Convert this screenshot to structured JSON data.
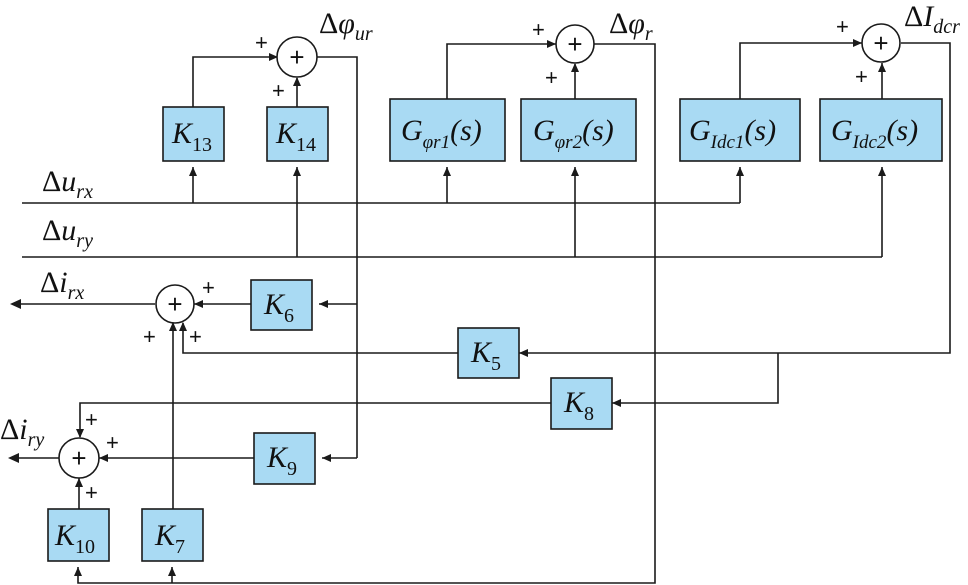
{
  "blocks": {
    "k13": {
      "main": "K",
      "sub": "13"
    },
    "k14": {
      "main": "K",
      "sub": "14"
    },
    "g_phir1": {
      "main": "G",
      "sub": "φr1",
      "arg": "(s)"
    },
    "g_phir2": {
      "main": "G",
      "sub": "φr2",
      "arg": "(s)"
    },
    "g_idc1": {
      "main": "G",
      "sub": "Idc1",
      "arg": "(s)"
    },
    "g_idc2": {
      "main": "G",
      "sub": "Idc2",
      "arg": "(s)"
    },
    "k6": {
      "main": "K",
      "sub": "6"
    },
    "k5": {
      "main": "K",
      "sub": "5"
    },
    "k8": {
      "main": "K",
      "sub": "8"
    },
    "k9": {
      "main": "K",
      "sub": "9"
    },
    "k10": {
      "main": "K",
      "sub": "10"
    },
    "k7": {
      "main": "K",
      "sub": "7"
    }
  },
  "summing_junction_symbol": "+",
  "sign": "+",
  "signals": {
    "delta": "Δ",
    "phi_ur": {
      "main": "φ",
      "sub": "ur"
    },
    "phi_r": {
      "main": "φ",
      "sub": "r"
    },
    "i_dcr": {
      "main": "I",
      "sub": "dcr"
    },
    "u_rx": {
      "main": "u",
      "sub": "rx"
    },
    "u_ry": {
      "main": "u",
      "sub": "ry"
    },
    "i_rx": {
      "main": "i",
      "sub": "rx"
    },
    "i_ry": {
      "main": "i",
      "sub": "ry"
    }
  },
  "colors": {
    "block_fill": "#a9daf3",
    "line": "#1a1a1a",
    "background": "#ffffff"
  }
}
